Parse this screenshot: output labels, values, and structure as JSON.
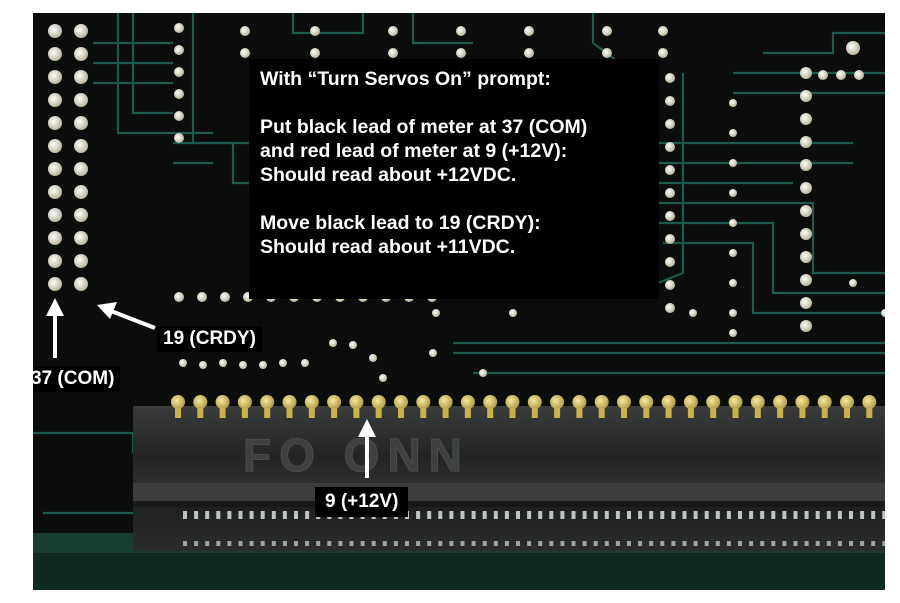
{
  "instructions": {
    "heading": "With “Turn Servos On” prompt:",
    "step1_line1": "Put black lead of meter at 37 (COM)",
    "step1_line2": "and red lead of meter at 9 (+12V):",
    "step1_line3": "Should read about +12VDC.",
    "step2_line1": "Move black lead to 19 (CRDY):",
    "step2_line2": "Should read about +11VDC."
  },
  "labels": {
    "pin_crdy": "19 (CRDY)",
    "pin_com": "37 (COM)",
    "pin_12v": "9 (+12V)"
  },
  "colors": {
    "board": "#0a0d0c",
    "trace": "#1d5a4e",
    "pad": "#e8e4c8",
    "gold": "#d7c15a",
    "connector": "#2a2c2b",
    "callout_bg": "#000000",
    "callout_text": "#ffffff"
  }
}
